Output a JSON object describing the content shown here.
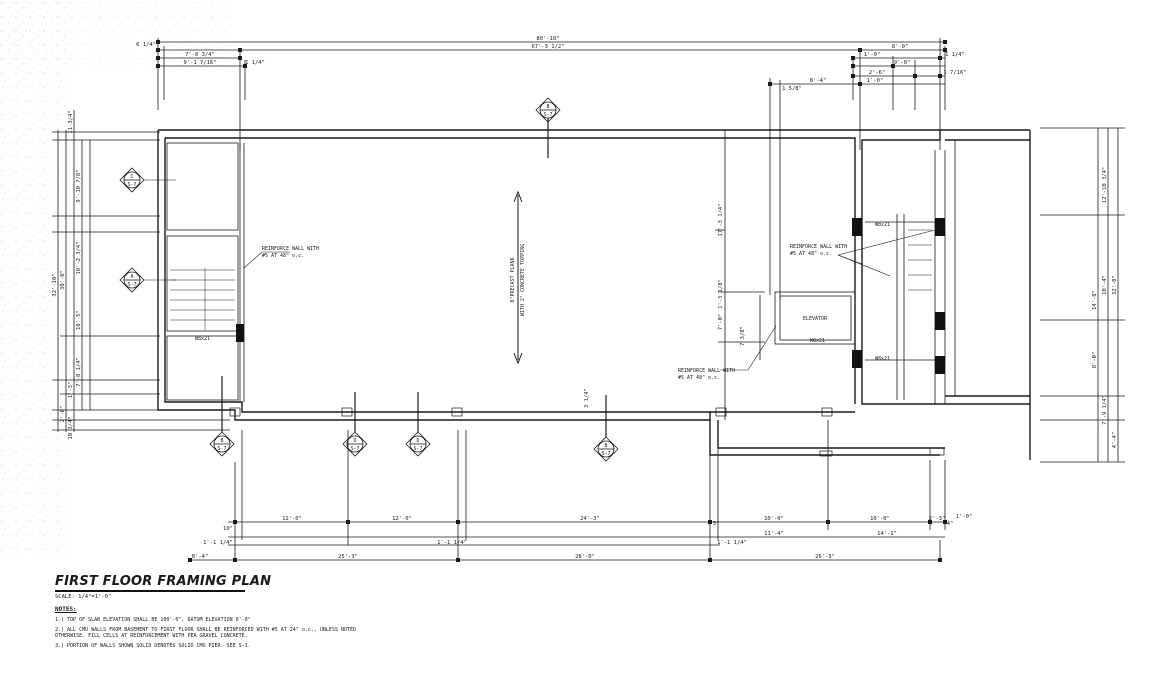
{
  "dimensions": {
    "overall": "80'-10\"",
    "sub_overall": "67'-3 1/2\"",
    "d_left_top1": "7'-8 3/4\"",
    "d_left_top2": "9'-1 7/16\"",
    "d_1_1_4": "1 1/4\"",
    "d_6_1_4": "6 1/4\"",
    "d_right_1": "1'-0\"",
    "d_right_2": "8'-0\"",
    "d_right_3": "1 1/4\"",
    "d_right_4": "1 7/16\"",
    "d_right_5": "8'-4\"",
    "d_right_6": "2'-6\"",
    "d_right_7": "9'-0\"",
    "d_right_8": "1'-0\"",
    "d_right_9": "1 5/8\"",
    "left_total": "32'-10\"",
    "left_sub": "30'-0\"",
    "left_a": "9'-10 7/8\"",
    "left_b": "10'-2 3/4\"",
    "left_c": "10'-5\"",
    "left_d": "7'-8 1/4\"",
    "left_e": "1'-3\"",
    "left_f": "2'-0\"",
    "left_g": "11 3/4\"",
    "left_h": "10 3/4\"",
    "right_total": "32'-0\"",
    "right_a": "12'-10 3/4\"",
    "right_b": "10'-4\"",
    "right_c": "14'-8\"",
    "right_d": "8'-0\"",
    "right_e": "7'-9 1/4\"",
    "right_f": "4'-4\"",
    "inner_1": "17'-3 1/4\"",
    "inner_2": "1'-3 1/8\"",
    "inner_3": "7'-0\"",
    "inner_4": "7 3/8\"",
    "inner_5": "3 1/4\"",
    "bot_1": "12'-0\"",
    "bot_2": "12'-0\"",
    "bot_3": "24'-3\"",
    "bot_4": "10'-0\"",
    "bot_5": "10'-0\"",
    "bot_6": "11'-4\"",
    "bot_7": "14'-1\"",
    "bot_8": "2'-3\"",
    "bot_9": "1'-0\"",
    "bot_10": "8'-4\"",
    "bot_11": "25'-3\"",
    "bot_12": "28'-0\"",
    "bot_13": "26'-3\"",
    "bot_14": "1'-1 1/4\"",
    "bot_15": "1'-1 1/4\"",
    "bot_16": "1'-1 1/4\"",
    "bot_17": "10\"",
    "bot_18": "3\"",
    "bot_19": "4\""
  },
  "callouts": {
    "reinforce_1": [
      "REINFORCE WALL WITH",
      "#5 AT 48\" o.c."
    ],
    "reinforce_2": [
      "REINFORCE WALL WITH",
      "#5 AT 48\" o.c."
    ],
    "reinforce_3": [
      "REINFORCE WALL WITH",
      "#5 AT 48\" o.c."
    ],
    "elevator": "ELEVATOR",
    "plank": [
      "8\"PRECAST PLANK",
      "WITH 2\" CONCRETE TOPPING"
    ],
    "beam": "W8x21"
  },
  "section_markers": [
    {
      "letter": "B",
      "sheet": "S-7"
    },
    {
      "letter": "C",
      "sheet": "S-7"
    },
    {
      "letter": "A",
      "sheet": "S-7"
    },
    {
      "letter": "B",
      "sheet": "S-7"
    },
    {
      "letter": "D",
      "sheet": "S-7"
    },
    {
      "letter": "D",
      "sheet": "S-7"
    },
    {
      "letter": "B",
      "sheet": "S-7"
    }
  ],
  "title_block": {
    "title": "FIRST FLOOR FRAMING PLAN",
    "scale": "SCALE: 1/4\"=1'-0\"",
    "notes_heading": "NOTES:",
    "notes": [
      "1.) TOP OF SLAB ELEVATION SHALL BE 100'-0\", DATUM ELEVATION 0'-0\"",
      "2.) ALL CMU WALLS FROM BASEMENT TO FIRST FLOOR SHALL BE REINFORCED WITH #5 AT 24\" o.c., UNLESS NOTED OTHERWISE. FILL CELLS AT REINFORCEMENT WITH PEA GRAVEL CONCRETE.",
      "3.) PORTION OF WALLS SHOWN SOLID DENOTES SOLID CMU PIER. SEE S-1."
    ]
  }
}
